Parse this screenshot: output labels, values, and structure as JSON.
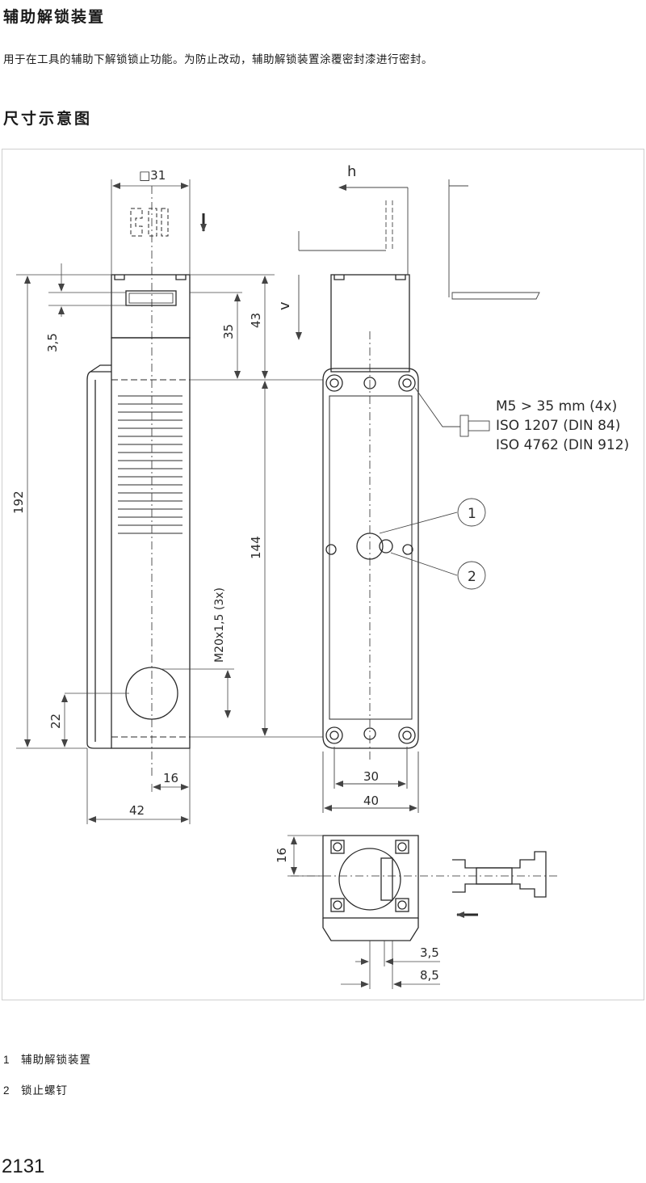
{
  "heading": "辅助解锁装置",
  "intro": "用于在工具的辅助下解锁锁止功能。为防止改动，辅助解锁装置涂覆密封漆进行密封。",
  "section_title": "尺寸示意图",
  "drawing": {
    "dim_top_width": "□31",
    "dim_192": "192",
    "dim_3_5": "3,5",
    "dim_35": "35",
    "dim_43": "43",
    "dim_144": "144",
    "dim_22": "22",
    "dim_16": "16",
    "dim_42": "42",
    "thread": "M20x1,5 (3x)",
    "label_h": "h",
    "label_v": "v",
    "screw_line1": "M5 > 35 mm (4x)",
    "screw_line2": "ISO 1207 (DIN 84)",
    "screw_line3": "ISO 4762 (DIN 912)",
    "callout1": "1",
    "callout2": "2",
    "dim_30": "30",
    "dim_40": "40",
    "dim_bottom_16": "16",
    "dim_b_3_5": "3,5",
    "dim_b_8_5": "8,5"
  },
  "legend": [
    {
      "num": "1",
      "text": "辅助解锁装置"
    },
    {
      "num": "2",
      "text": "锁止螺钉"
    }
  ],
  "page_number": "2131"
}
